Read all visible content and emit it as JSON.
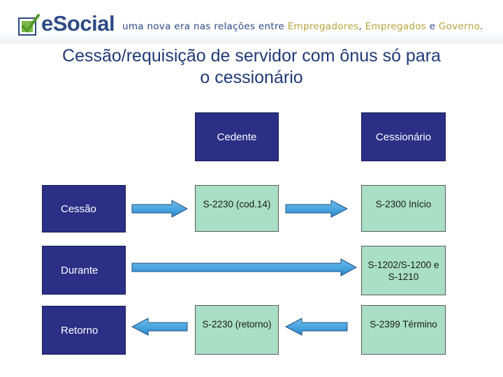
{
  "header": {
    "logo_text": "eSocial",
    "tagline_parts": [
      "uma nova era nas relações entre ",
      "Empregadores",
      ", ",
      "Empregados",
      " e ",
      "Governo",
      "."
    ]
  },
  "title": {
    "line1": "Cessão/requisição de servidor com ônus só para",
    "line2": "o cessionário"
  },
  "columns": {
    "cedente": "Cedente",
    "cessionario": "Cessionário"
  },
  "rows": {
    "cessao": {
      "label": "Cessão",
      "cedente": "S-2230 (cod.14)",
      "cessionario": "S-2300 Início"
    },
    "durante": {
      "label": "Durante",
      "cessionario_line1": "S-1202/S-1200 e",
      "cessionario_line2": "S-1210"
    },
    "retorno": {
      "label": "Retorno",
      "cedente": "S-2230 (retorno)",
      "cessionario": "S-2399 Término"
    }
  },
  "colors": {
    "dark_box": "#2b2f86",
    "light_box": "#a8dfc6",
    "arrow": "#3399dd",
    "title": "#1f3a78"
  }
}
